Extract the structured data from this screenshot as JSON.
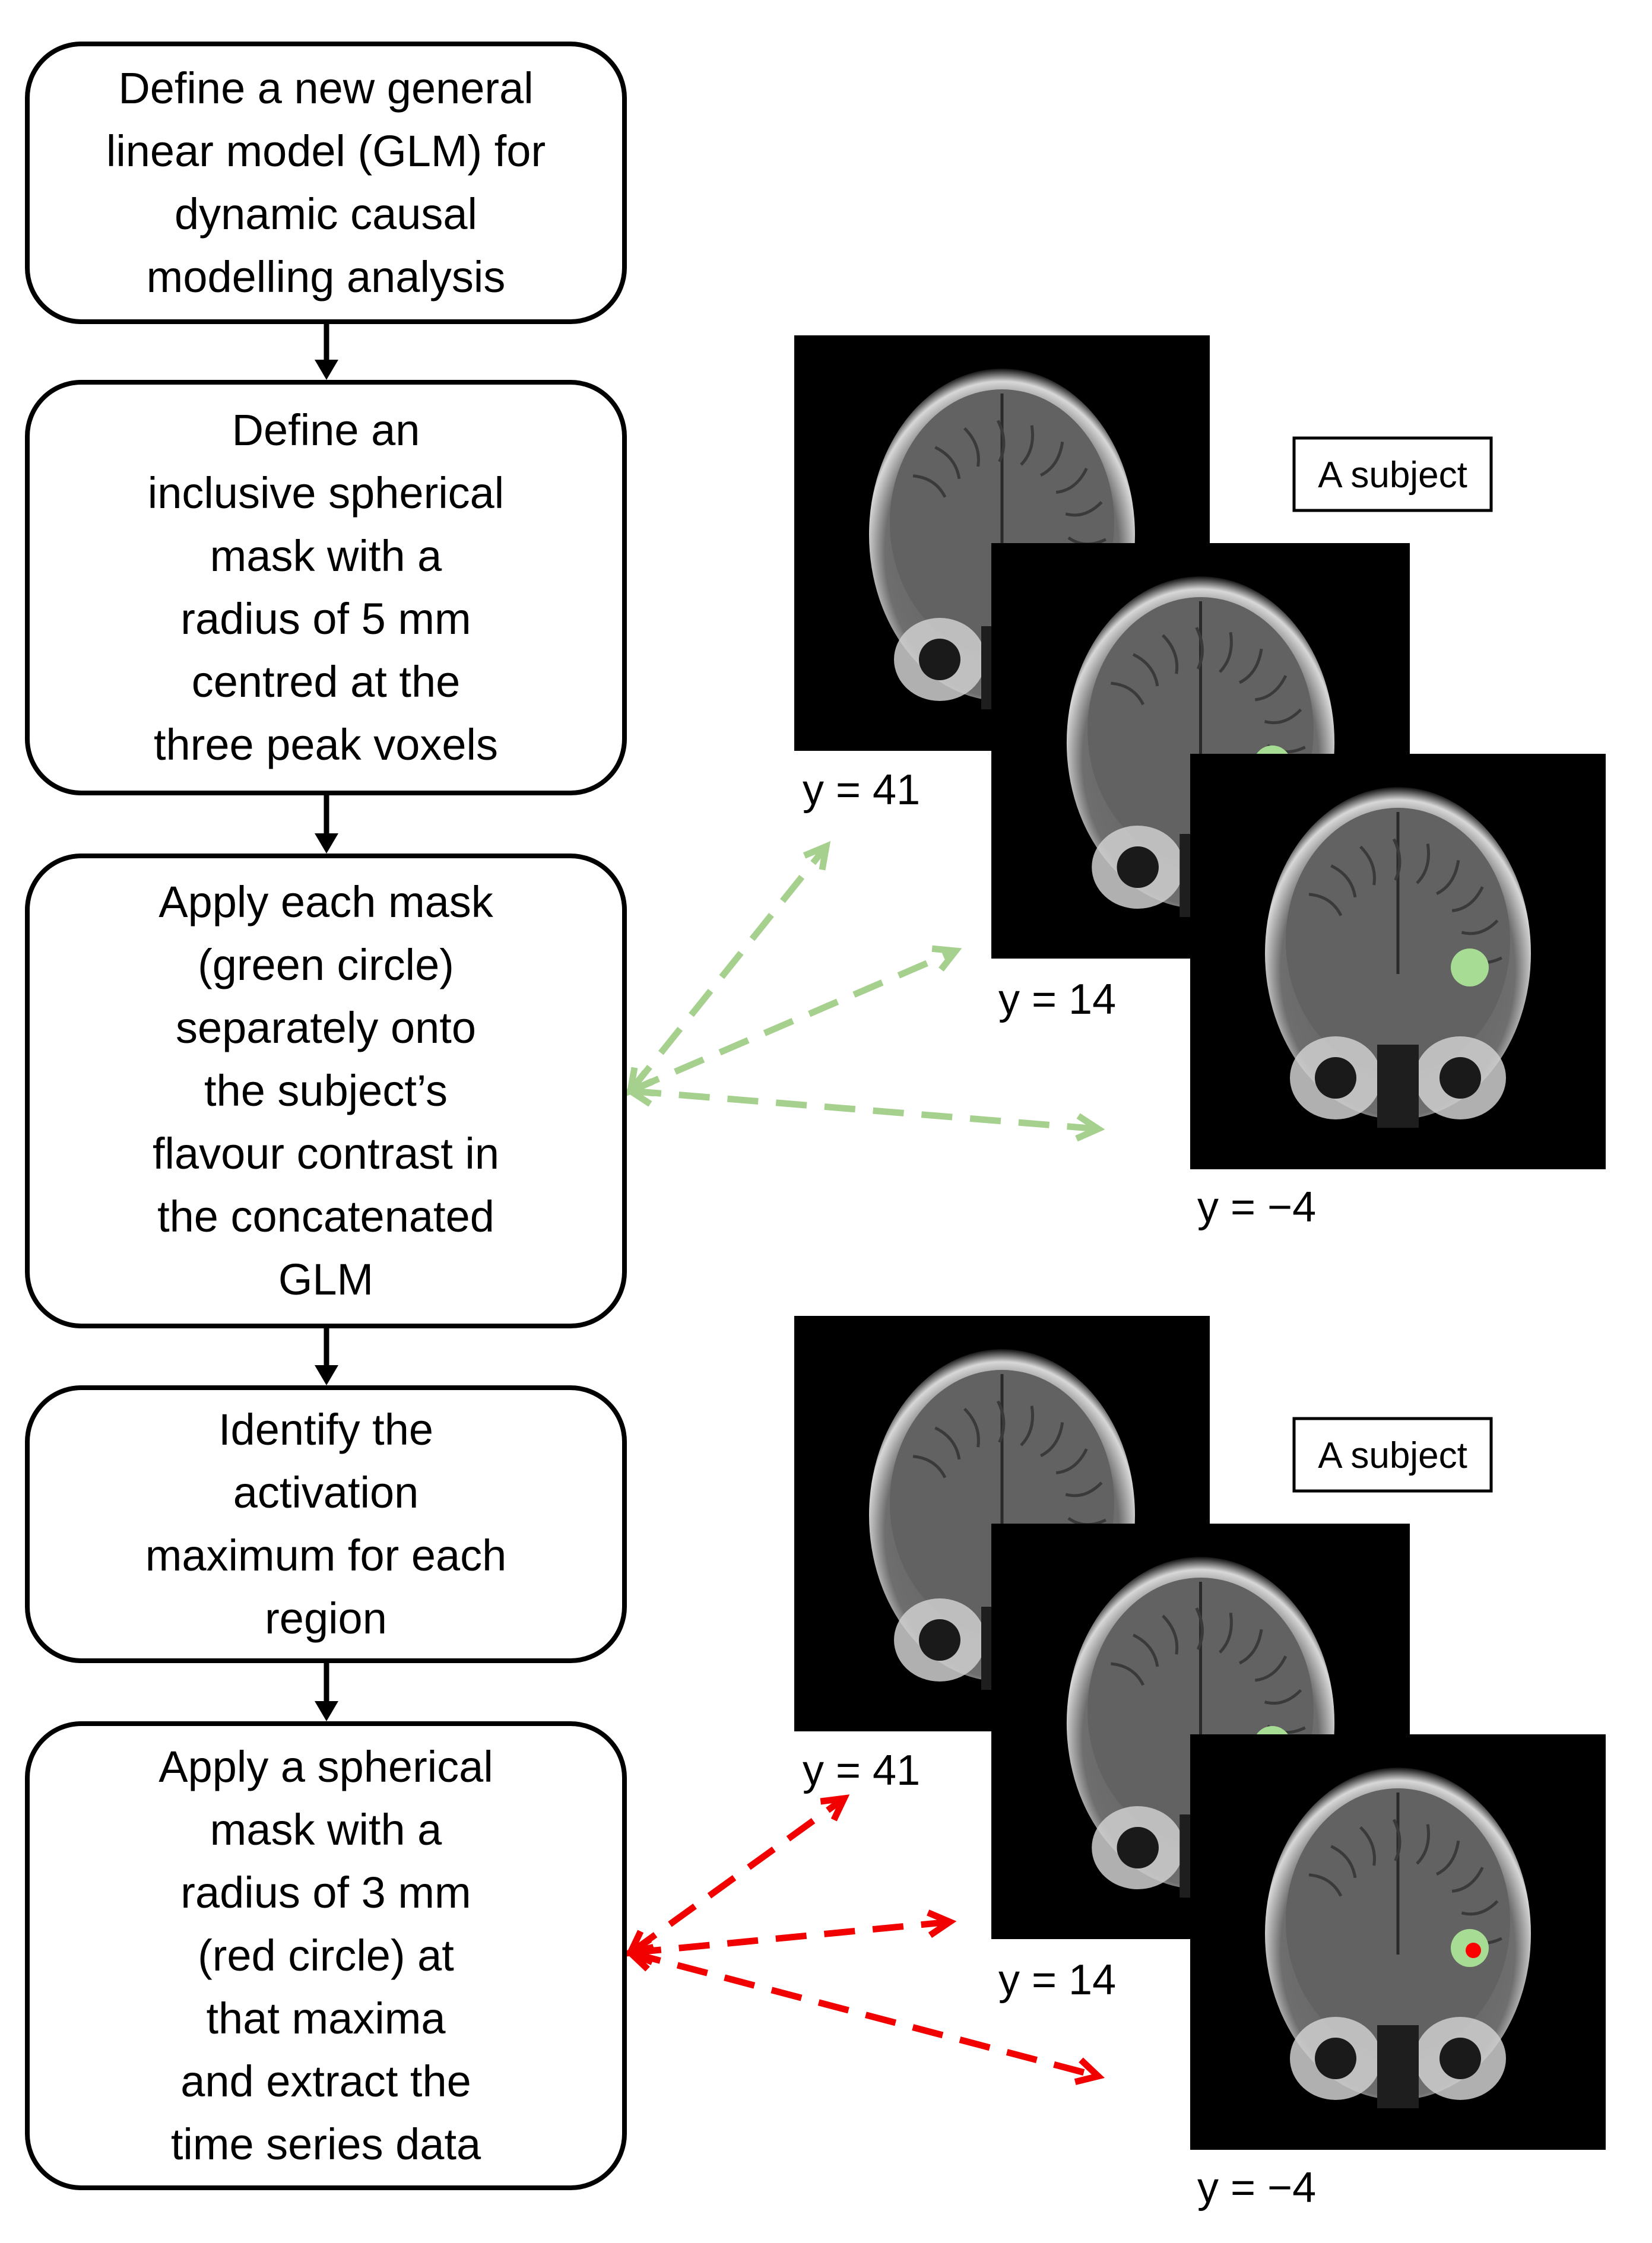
{
  "steps": [
    {
      "text": "Define a new general\nlinear model (GLM) for\ndynamic causal\nmodelling analysis"
    },
    {
      "text": "Define an\ninclusive spherical\nmask with a\nradius of 5 mm\ncentred  at the\nthree peak voxels"
    },
    {
      "text": "Apply each  mask\n(green circle)\nseparately onto\nthe subject’s\nflavour contrast in\nthe concatenated\nGLM"
    },
    {
      "text": "Identify the\nactivation\nmaximum for each\nregion"
    },
    {
      "text": "Apply a spherical\nmask with a\nradius of 3 mm\n(red circle) at\nthat  maxima\nand extract the\ntime series data"
    }
  ],
  "panels": [
    {
      "subject_label": "A subject",
      "slices": [
        "y = 41",
        "y = 14",
        "y = −4"
      ],
      "marker": "green-mask-circle"
    },
    {
      "subject_label": "A subject",
      "slices": [
        "y = 41",
        "y = 14",
        "y = −4"
      ],
      "marker": "green-mask-with-red-maximum"
    }
  ],
  "colors": {
    "mask_green": "#a6dc94",
    "maximum_red": "#ff0000",
    "green_arrow": "#a6d08d",
    "red_arrow": "#f20000"
  }
}
